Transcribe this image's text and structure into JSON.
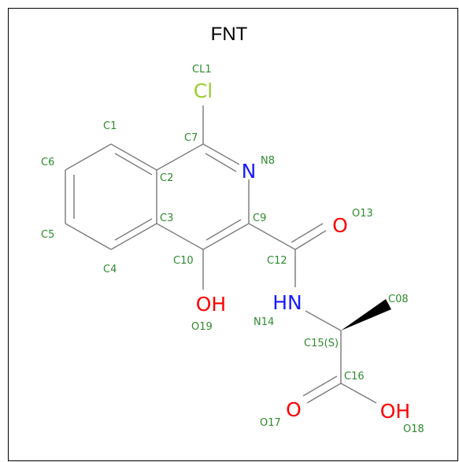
{
  "title": "FNT",
  "colors": {
    "label": "#2e8b2e",
    "bond": "#808080",
    "chlorine": "#9acd32",
    "nitrogen": "#1a1aff",
    "oxygen": "#ff0000"
  },
  "elements": {
    "cl": "Cl",
    "n8": "N",
    "o13": "O",
    "nh": "HN",
    "oh19": "OH",
    "o17": "O",
    "oh18": "OH"
  },
  "atom_labels": {
    "cl1": "CL1",
    "c1": "C1",
    "c2": "C2",
    "c3": "C3",
    "c4": "C4",
    "c5": "C5",
    "c6": "C6",
    "c7": "C7",
    "n8": "N8",
    "c9": "C9",
    "c10": "C10",
    "c12": "C12",
    "o13": "O13",
    "n14": "N14",
    "c08": "C08",
    "c15": "C15(S)",
    "c16": "C16",
    "o17": "O17",
    "o18": "O18",
    "o19": "O19"
  }
}
